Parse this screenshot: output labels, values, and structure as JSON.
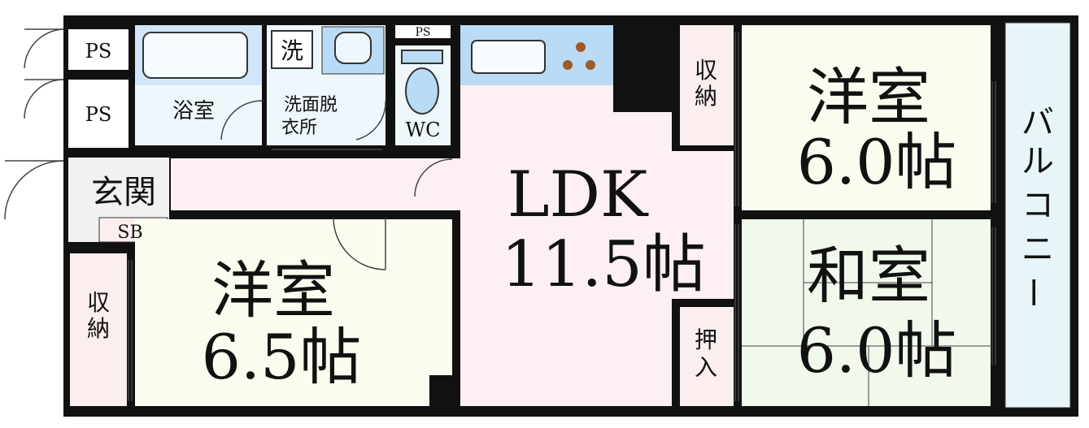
{
  "floorplan": {
    "rooms": {
      "ps_top": "PS",
      "ps_mid": "PS",
      "ps_small": "PS",
      "bath": "浴室",
      "washer": "洗",
      "washroom_line1": "洗面脱",
      "washroom_line2": "衣所",
      "wc": "WC",
      "entrance": "玄関",
      "shoe_box": "SB",
      "storage_left_line1": "収",
      "storage_left_line2": "納",
      "storage_right_line1": "収",
      "storage_right_line2": "納",
      "closet_line1": "押",
      "closet_line2": "入",
      "ldk_name": "LDK",
      "ldk_size": "11.5帖",
      "western_right_name": "洋室",
      "western_right_size": "6.0帖",
      "japanese_name": "和室",
      "japanese_size": "6.0帖",
      "western_left_name": "洋室",
      "western_left_size": "6.5帖",
      "balcony_chars": [
        "バ",
        "ル",
        "コ",
        "ニ",
        "ー"
      ]
    },
    "colors": {
      "wall": "#111111",
      "ldk_floor": "#fcf0f4",
      "western_floor": "#fbfbef",
      "japanese_floor": "#f1f8ec",
      "wet_floor": "#eef7fc",
      "fixture_blue": "#b9dbf5",
      "storage_floor": "#fbeeef",
      "entrance_floor": "#f1f1f1",
      "balcony_floor": "#e7f5f8",
      "stove_burner": "#a05a25"
    }
  }
}
